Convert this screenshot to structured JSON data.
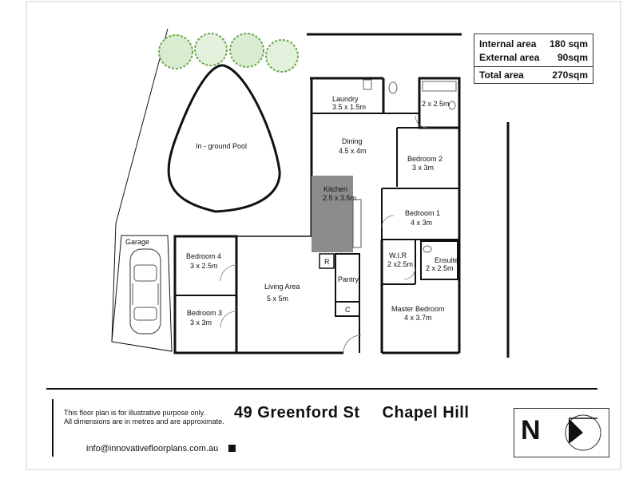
{
  "area_summary": {
    "internal_label": "Internal area",
    "internal_value": "180 sqm",
    "external_label": "External  area",
    "external_value": "90sqm",
    "total_label": "Total area",
    "total_value": "270sqm"
  },
  "rooms": {
    "pool": "In - ground Pool",
    "laundry": {
      "name": "Laundry",
      "size": "3.5 x 1.5m"
    },
    "bath": {
      "size": "2 x 2.5m"
    },
    "dining": {
      "name": "Dining",
      "size": "4.5 x 4m"
    },
    "bedroom2": {
      "name": "Bedroom 2",
      "size": "3 x 3m"
    },
    "kitchen": {
      "name": "Kitchen",
      "size": "2.5 x 3.5m"
    },
    "bedroom1": {
      "name": "Bedroom 1",
      "size": "4 x 3m"
    },
    "garage": "Garage",
    "bedroom4": {
      "name": "Bedroom 4",
      "size": "3 x 2.5m"
    },
    "living": {
      "name": "Living Area",
      "size": "5 x 5m"
    },
    "wir": {
      "name": "W.I.R",
      "size": "2 x2.5m"
    },
    "ensuite": {
      "name": "Ensuite",
      "size": "2 x 2.5m"
    },
    "fridge": "R",
    "pantry": "Pantry",
    "cupboard": "C",
    "bedroom3": {
      "name": "Bedroom 3",
      "size": "3 x 3m"
    },
    "master": {
      "name": "Master Bedroom",
      "size": "4 x 3.7m"
    }
  },
  "footer": {
    "address_street": "49 Greenford St",
    "address_suburb": "Chapel Hill",
    "disclaimer_line1": "This floor plan is for illustrative purpose only.",
    "disclaimer_line2": "All dimensions are in metres and are approximate.",
    "email": "info@innovativefloorplans.com.au",
    "north": "N"
  },
  "colors": {
    "kitchen_fill": "#8c8c8c",
    "wall": "#111111",
    "tree": "#6aa84f"
  }
}
